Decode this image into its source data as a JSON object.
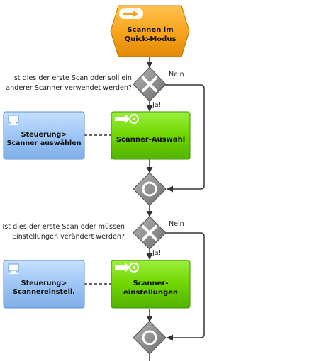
{
  "start_event": {
    "label_line1": "Scannen im",
    "label_line2": "Quick-Modus"
  },
  "gateway1": {
    "question_line1": "Ist dies der erste Scan oder soll ein",
    "question_line2": "anderer Scanner verwendet werden?",
    "no_label": "Nein",
    "yes_label": "Ja!"
  },
  "task1": {
    "system_label_line1": "Steuerung>",
    "system_label_line2": "Scanner auswählen",
    "function_label": "Scanner-Auswahl"
  },
  "gateway2": {
    "question_line1": "Ist dies der erste Scan oder müssen",
    "question_line2": "Einstellungen verändert werden?",
    "no_label": "Nein",
    "yes_label": "Ja!"
  },
  "task2": {
    "system_label_line1": "Steuerung>",
    "system_label_line2": "Scannereinstell.",
    "function_label_line1": "Scanner-",
    "function_label_line2": "einstellungen"
  },
  "colors": {
    "event_orange": "#f7a21b",
    "function_green": "#6fd600",
    "system_blue": "#9ec6f5",
    "gateway_gray": "#8a8a8a",
    "connector": "#333333"
  }
}
